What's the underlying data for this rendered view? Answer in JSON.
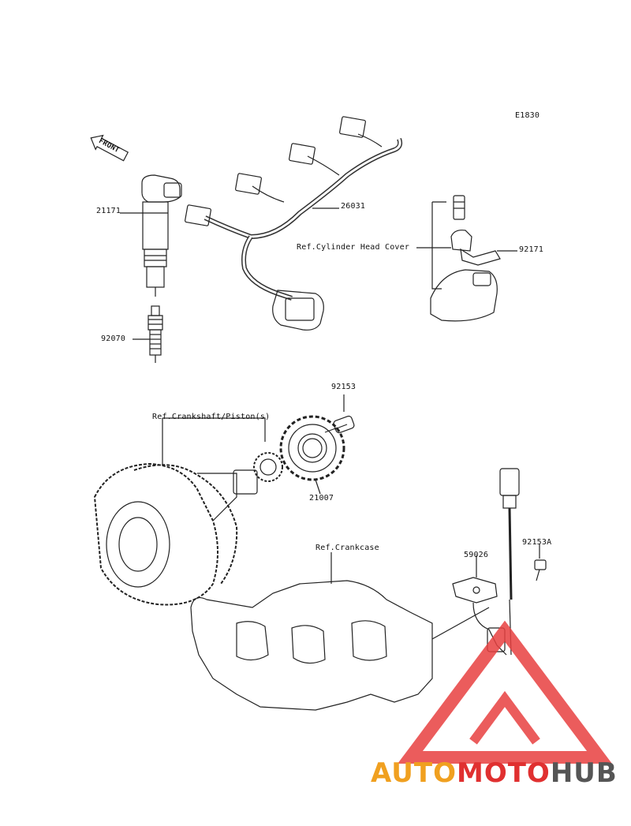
{
  "diagram": {
    "code": "E1830",
    "front_label": "FRONT",
    "parts": {
      "p21171": "21171",
      "p26031": "26031",
      "p92171": "92171",
      "p92070": "92070",
      "p92153": "92153",
      "p21007": "21007",
      "p92153A": "92153A",
      "p59026": "59026"
    },
    "refs": {
      "cyl_head_cover": "Ref.Cylinder Head Cover",
      "crankshaft": "Ref.Crankshaft/Piston(s)",
      "crankcase": "Ref.Crankcase"
    }
  },
  "watermark": {
    "part1": "AUTO",
    "part2": "MOTO",
    "part3": "HUB",
    "colors": {
      "orange": "#f0a020",
      "red": "#e03030",
      "gray": "#555555",
      "triangle": "#e84040"
    }
  }
}
